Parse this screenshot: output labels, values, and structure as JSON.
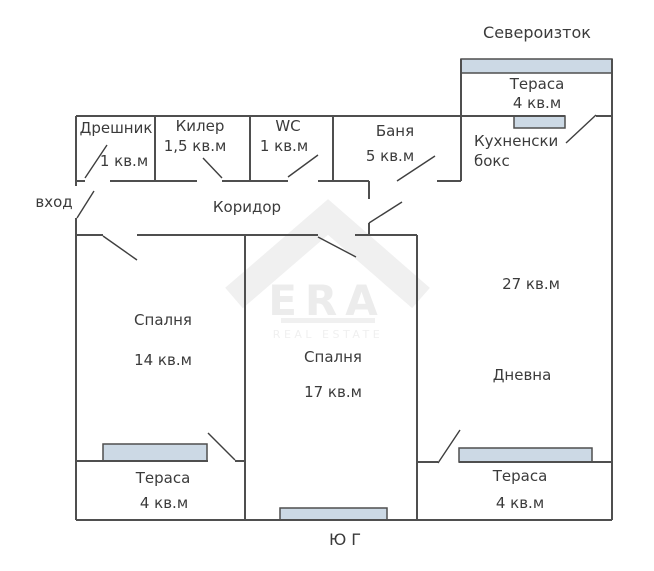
{
  "compass": {
    "top": "Североизток",
    "bottom": "Ю Г"
  },
  "labels": {
    "entrance": "вход",
    "corridor": "Коридор"
  },
  "watermark": {
    "brand": "ERA",
    "tagline": "REAL ESTATE"
  },
  "colors": {
    "wall": "#4f4f4f",
    "window_fill": "#ccd9e5",
    "text": "#3b3b3b",
    "watermark": "#f0f0f0"
  },
  "rooms": {
    "dreshnik": {
      "name": "Дрешник",
      "area": "1 кв.м"
    },
    "kiler": {
      "name": "Килер",
      "area": "1,5 кв.м"
    },
    "wc": {
      "name": "WC",
      "area": "1 кв.м"
    },
    "banya": {
      "name": "Баня",
      "area": "5 кв.м"
    },
    "terrace_ne": {
      "name": "Тераса",
      "area": "4 кв.м"
    },
    "kitchen": {
      "name_line1": "Кухненски",
      "name_line2": "бокс"
    },
    "living": {
      "name": "Дневна",
      "area": "27 кв.м"
    },
    "bedroom_left": {
      "name": "Спалня",
      "area": "14 кв.м"
    },
    "bedroom_middle": {
      "name": "Спалня",
      "area": "17 кв.м"
    },
    "terrace_sw": {
      "name": "Тераса",
      "area": "4 кв.м"
    },
    "terrace_se": {
      "name": "Тераса",
      "area": "4 кв.м"
    }
  }
}
